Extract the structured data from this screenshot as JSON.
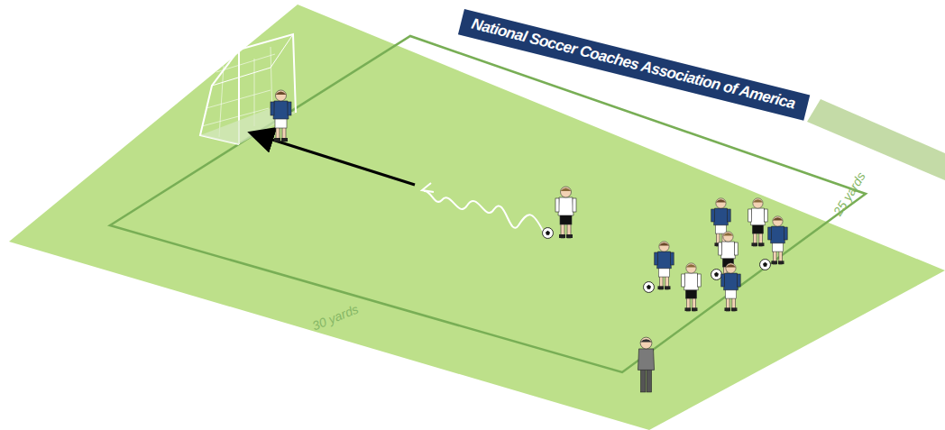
{
  "diagram": {
    "nodes": [
      {
        "text": [
          "National Soccer Coaches Association of America"
        ]
      }
    ],
    "labels": [
      "30 yards",
      "25 yards"
    ]
  }
}
